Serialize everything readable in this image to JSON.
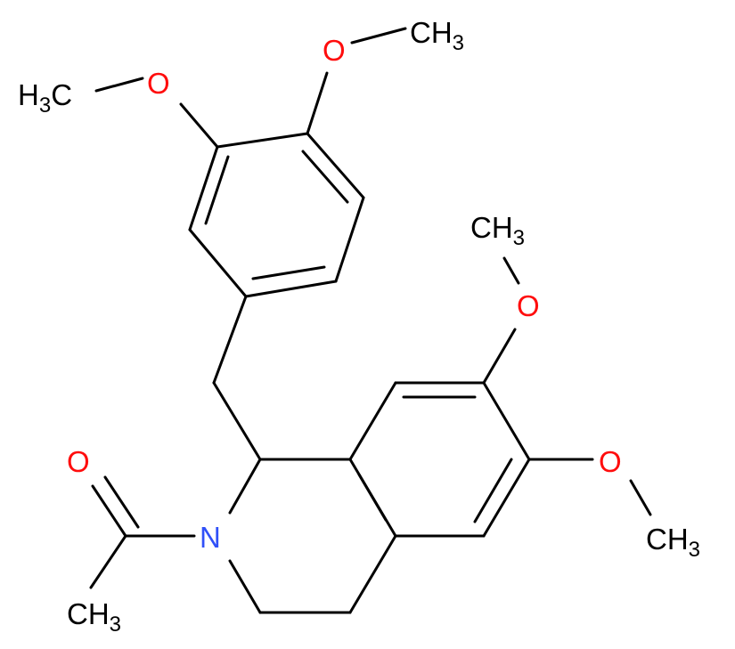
{
  "colors": {
    "background": "#ffffff",
    "bond": "#000000",
    "oxygen": "#ff0d0d",
    "nitrogen": "#3050f8",
    "carbon_label": "#000000"
  },
  "labels": {
    "ch3_top_right": {
      "main": "CH",
      "sub": "3"
    },
    "o_top": "O",
    "h3c_left": {
      "main": "H",
      "sub": "3",
      "tail": "C"
    },
    "o_left": "O",
    "ch3_mid": {
      "main": "CH",
      "sub": "3"
    },
    "o_mid": "O",
    "o_acetyl": "O",
    "o_right": "O",
    "n_ring": "N",
    "ch3_bottom_right": {
      "main": "CH",
      "sub": "3"
    },
    "ch3_acetyl": {
      "main": "CH",
      "sub": "3"
    }
  }
}
